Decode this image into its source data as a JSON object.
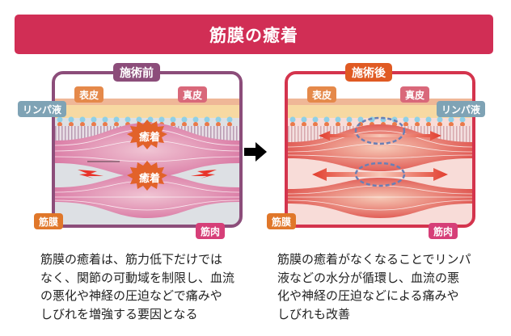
{
  "banner": {
    "title": "筋膜の癒着"
  },
  "before": {
    "title": "施術前",
    "labels": {
      "epidermis": "表皮",
      "dermis": "真皮",
      "lymph": "リンパ液",
      "fascia": "筋膜",
      "muscle": "筋肉"
    },
    "adhesion_label": "癒着",
    "description": [
      "筋膜の癒着は、筋力低下だけでは",
      "なく、関節の可動域を制限し、血流",
      "の悪化や神経の圧迫などで痛みや",
      "しびれを増強する要因となる"
    ]
  },
  "after": {
    "title": "施術後",
    "labels": {
      "epidermis": "表皮",
      "dermis": "真皮",
      "lymph": "リンパ液",
      "fascia": "筋膜",
      "muscle": "筋肉"
    },
    "description": [
      "筋膜の癒着がなくなることでリンパ",
      "液などの水分が循環し、血流の悪",
      "化や神経の圧迫などによる痛みや",
      "しびれも改善"
    ]
  },
  "colors": {
    "banner": "#d12e55",
    "before_frame": "#8c4d7a",
    "after_frame": "#d4344d",
    "epidermis_tag": "#e5894a",
    "dermis_tag": "#d9687a",
    "lymph_tag": "#7fa3b5",
    "fascia_tag": "#e0772a",
    "muscle_tag": "#d63f78",
    "adhesion": "#e2622a"
  }
}
